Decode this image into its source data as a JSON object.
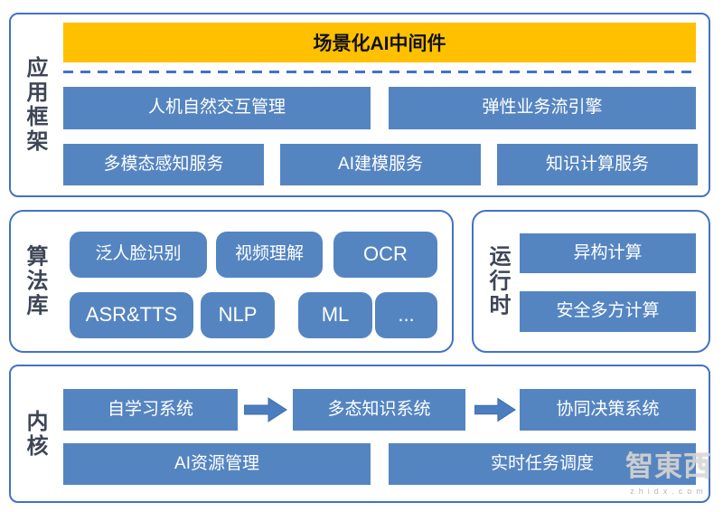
{
  "colors": {
    "accent_blue": "#5585C1",
    "border_blue": "#4472C4",
    "banner_yellow": "#FFC000",
    "label_dark": "#3D4656",
    "arrow_blue": "#4A7EBF"
  },
  "sections": {
    "app_framework": {
      "label": "应用框架",
      "banner": "场景化AI中间件",
      "row2": [
        "人机自然交互管理",
        "弹性业务流引擎"
      ],
      "row3": [
        "多模态感知服务",
        "AI建模服务",
        "知识计算服务"
      ]
    },
    "algorithm_lib": {
      "label": "算法库",
      "row1": [
        "泛人脸识别",
        "视频理解",
        "OCR"
      ],
      "row2": [
        "ASR&TTS",
        "NLP",
        "ML",
        "..."
      ]
    },
    "runtime": {
      "label": "运行时",
      "items": [
        "异构计算",
        "安全多方计算"
      ]
    },
    "kernel": {
      "label": "内核",
      "flow": [
        "自学习系统",
        "多态知识系统",
        "协同决策系统"
      ],
      "row2": [
        "AI资源管理",
        "实时任务调度"
      ]
    }
  },
  "watermark": {
    "text": "智東西",
    "subtext": "zhidx.com"
  }
}
